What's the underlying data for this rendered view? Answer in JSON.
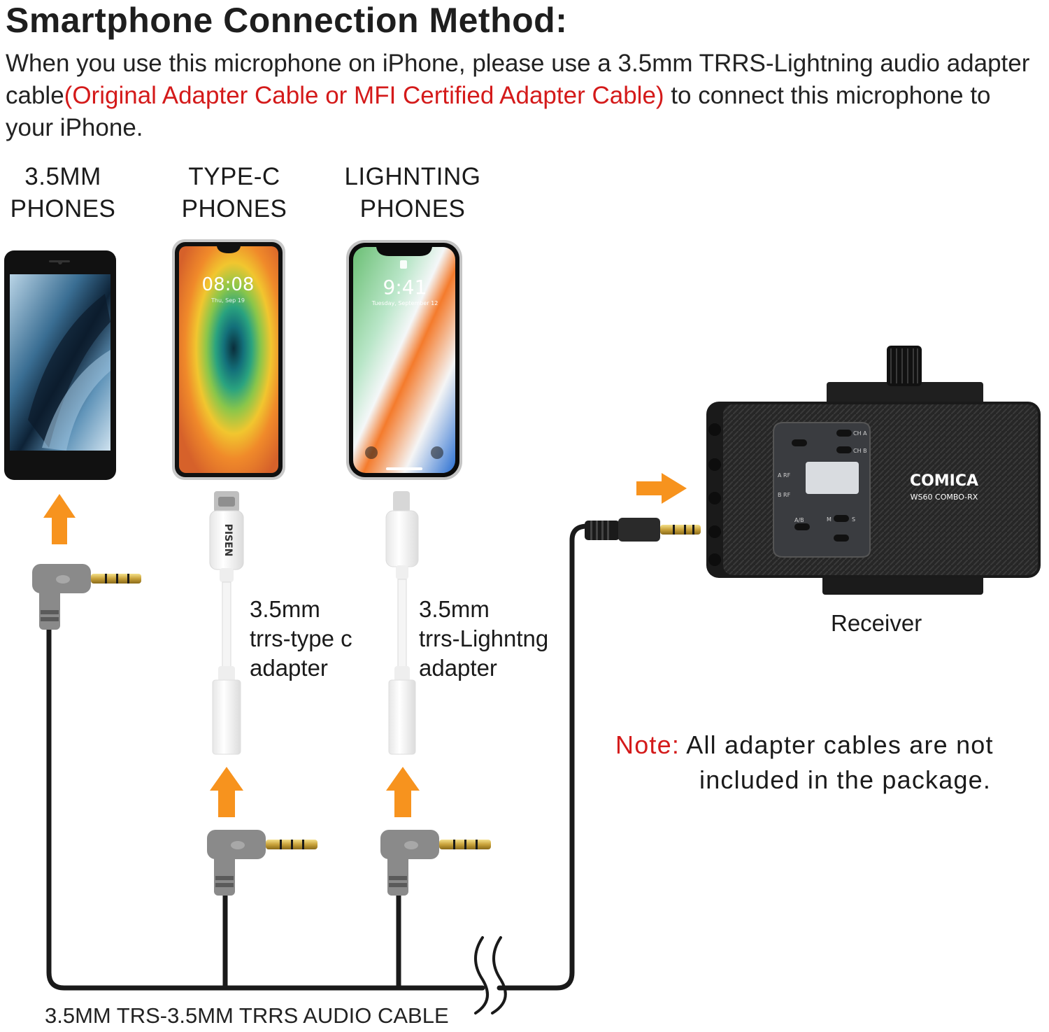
{
  "title": "Smartphone Connection Method:",
  "intro": {
    "part1": "When you use this microphone on iPhone, please use a 3.5mm TRRS-Lightning audio adapter cable",
    "highlight": "(Original Adapter Cable or MFI Certified Adapter Cable)",
    "part2": " to connect this microphone to your iPhone.",
    "highlight_color": "#d41a1a"
  },
  "categories": [
    {
      "line1": "3.5MM",
      "line2": "PHONES"
    },
    {
      "line1": "TYPE-C",
      "line2": "PHONES"
    },
    {
      "line1": "LIGHNTING",
      "line2": "PHONES"
    }
  ],
  "phones": {
    "typec_time": "08:08",
    "typec_date": "Thu, Sep 19",
    "iphone_time": "9:41",
    "iphone_date": "Tuesday, September 12"
  },
  "adapters": [
    {
      "line1": "3.5mm",
      "line2": "trrs-type c",
      "line3": "adapter",
      "brand": "PISEN"
    },
    {
      "line1": "3.5mm",
      "line2": "trrs-Lighntng",
      "line3": "adapter"
    }
  ],
  "receiver": {
    "label": "Receiver",
    "brand": "COMICA",
    "model": "WS60 COMBO-RX",
    "panel_labels": [
      "CH A",
      "CH B",
      "A RF",
      "B RF",
      "A/B",
      "M",
      "S"
    ]
  },
  "note": {
    "key": "Note:",
    "line1": " All adapter cables are not",
    "line2": "included in the package."
  },
  "cable_label": "3.5MM TRS-3.5MM TRRS AUDIO CABLE",
  "colors": {
    "arrow": "#f7931e",
    "accent_red": "#d41a1a",
    "cable": "#1a1a1a"
  }
}
